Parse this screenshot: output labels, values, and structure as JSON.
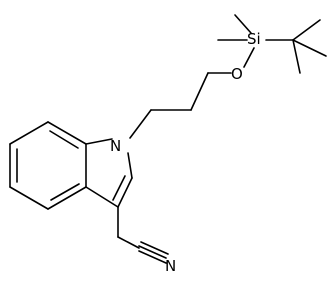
{
  "molecule": {
    "atoms": {
      "nitrogen_ring": "N",
      "oxygen": "O",
      "silicon": "Si",
      "nitrile_nitrogen": "N"
    },
    "colors": {
      "bond": "#000000",
      "text": "#000000",
      "background": "#ffffff"
    }
  }
}
